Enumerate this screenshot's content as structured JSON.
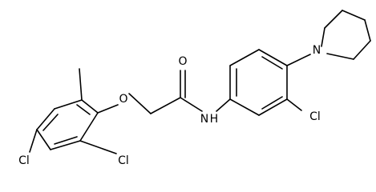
{
  "labels": {
    "carbonyl_oxygen": "O",
    "ether_oxygen": "O",
    "amide_nh": "N H",
    "piperidine_n": "N",
    "cl_para": "Cl",
    "cl_ortho": "Cl",
    "cl_aniline": "Cl"
  },
  "colors": {
    "bond": "#000000",
    "text": "#000000",
    "background": "#ffffff"
  }
}
